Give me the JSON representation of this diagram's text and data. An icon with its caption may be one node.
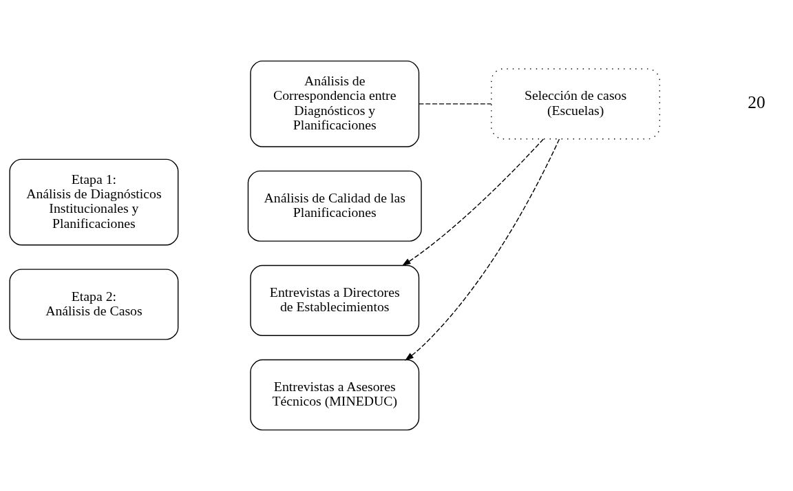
{
  "diagram": {
    "nodes": [
      {
        "text": [
          "Etapa 1:",
          "Análisis de Diagnósticos Institucionales y Planificaciones"
        ]
      },
      {
        "text": [
          "Análisis de Correspondencia entre Diagnósticos y Planificaciones"
        ]
      },
      {
        "text": [
          "Análisis de Calidad de las Planificaciones"
        ]
      },
      {
        "text": [
          "Selección de casos (Escuelas)"
        ]
      },
      {
        "text": [
          "Etapa 2:",
          "Análisis de Casos"
        ]
      },
      {
        "text": [
          "Entrevistas a Directores de Establecimientos"
        ]
      },
      {
        "text": [
          "Entrevistas a Asesores Técnicos (MINEDUC)"
        ]
      }
    ],
    "edges": [
      {
        "from": 1,
        "to": 3,
        "arrow": "none",
        "style": "dashed"
      },
      {
        "from": 3,
        "to": 5,
        "arrow": "to",
        "style": "dashed"
      },
      {
        "from": 3,
        "to": 6,
        "arrow": "to",
        "style": "dashed"
      }
    ],
    "labels": [
      "20"
    ]
  }
}
